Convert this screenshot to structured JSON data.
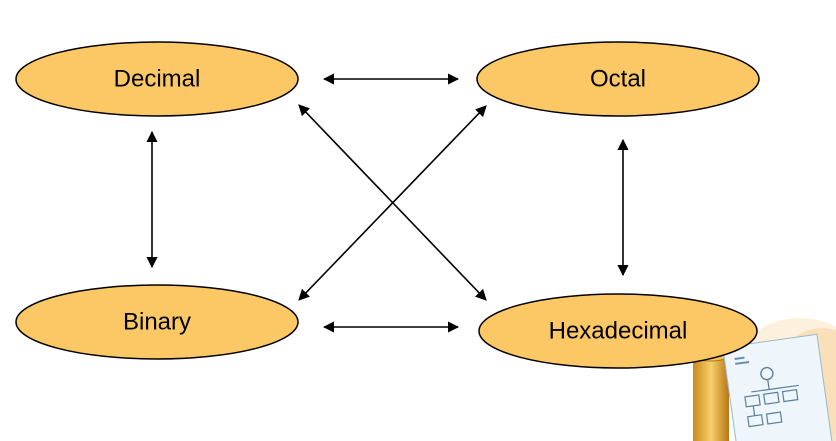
{
  "nodes": {
    "decimal": "Decimal",
    "octal": "Octal",
    "binary": "Binary",
    "hexadecimal": "Hexadecimal"
  },
  "edges": [
    [
      "decimal",
      "octal"
    ],
    [
      "decimal",
      "binary"
    ],
    [
      "decimal",
      "hexadecimal"
    ],
    [
      "octal",
      "binary"
    ],
    [
      "octal",
      "hexadecimal"
    ],
    [
      "binary",
      "hexadecimal"
    ]
  ],
  "arrow_style": "double-headed",
  "colors": {
    "node_fill": "#fcc865",
    "node_stroke": "#000000",
    "arrow": "#000000",
    "background": "#ffffff"
  },
  "decoration": "clipart-icon"
}
